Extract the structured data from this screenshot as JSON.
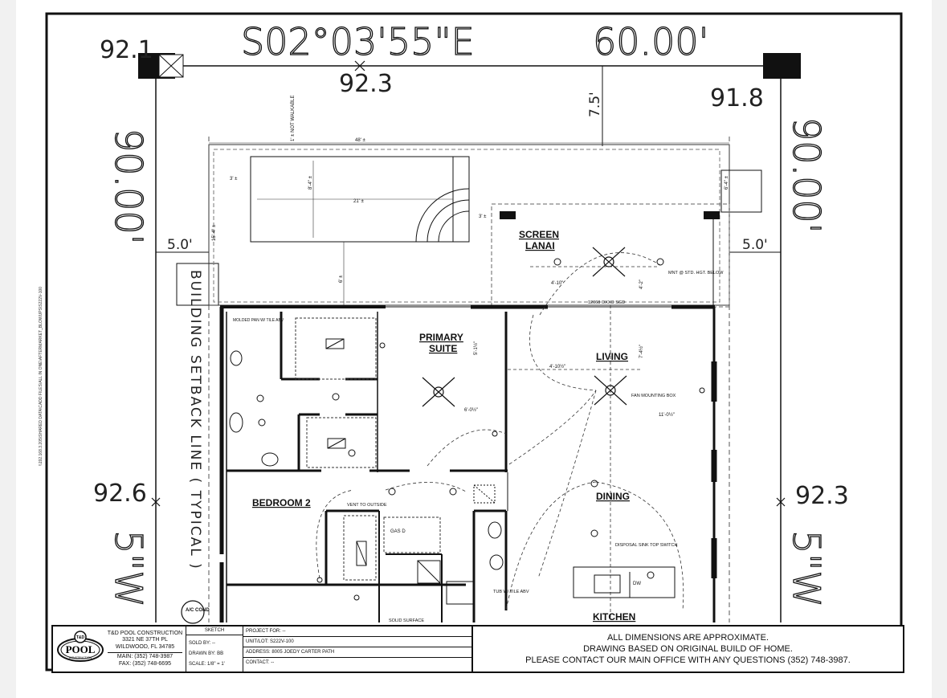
{
  "survey": {
    "bearing_top": "S02°03'55\"E",
    "distance_top": "60.00'",
    "left_distance": "90.00'",
    "right_distance": "90.00'",
    "left_bearing_partial": "5\"W",
    "right_bearing_partial": "5\"W",
    "elev_top_left": "92.1",
    "elev_top_mid": "92.3",
    "elev_top_right": "91.8",
    "elev_left": "92.6",
    "elev_right": "92.3",
    "setback_top": "7.5'",
    "setback_left": "5.0'",
    "setback_right": "5.0'",
    "setback_label": "BUILDING SETBACK LINE ( TYPICAL )"
  },
  "pool": {
    "not_walkable": "1' ± NOT WALKABLE",
    "width_overall": "48' ±",
    "pool_length": "21' ±",
    "pool_width": "8'-4\" ±",
    "edge_left": "3' ±",
    "edge_right": "3' ±",
    "deck_left": "15'-4\" ±",
    "deck_bottom": "6' ±",
    "deck_right": "6'-4\" ±"
  },
  "rooms": {
    "screen_lanai_1": "SCREEN",
    "screen_lanai_2": "LANAI",
    "primary_suite_1": "PRIMARY",
    "primary_suite_2": "SUITE",
    "living": "LIVING",
    "bedroom2": "BEDROOM 2",
    "dining": "DINING",
    "kitchen": "KITCHEN"
  },
  "notes": {
    "sliding_door": "12068 OXXO SGD",
    "mnt": "MNT @ STD. HGT. BELOW",
    "fan_box": "FAN MOUNTING BOX",
    "disposal": "DISPOSAL SINK TOP SWITCH",
    "vent": "VENT TO OUTSIDE",
    "tub": "TUB W/ TILE ABV",
    "solid_surface": "SOLID SURFACE",
    "molded_pan": "MOLDED PAN W/ TILE ABV",
    "ac": "A/C COND",
    "gas": "GAS D",
    "dim_1": "4'-10\"",
    "dim_2": "4'-2\"",
    "dim_3": "4'-10½\"",
    "dim_4": "7'-4½\"",
    "dim_5": "6'-0½\"",
    "dim_6": "5'-1½\"",
    "dim_7": "11'-0½\""
  },
  "titleblock": {
    "logo_top": "T&D",
    "logo_main": "POOL",
    "logo_sub": "CONSTRUCTION",
    "company": "T&D POOL CONSTRUCTION",
    "address1": "3321 NE 37TH PL",
    "address2": "WILDWOOD, FL 34785",
    "main_phone": "MAIN: (352) 748-3987",
    "fax": "FAX: (352) 748-6695",
    "sketch_heading": "SKETCH",
    "sold_by": "SOLD BY: --",
    "drawn_by": "DRAWN BY: BB",
    "scale": "SCALE: 1/8\" = 1'",
    "project_for": "PROJECT FOR: --",
    "unit_lot": "UNIT/LOT: S222V-100",
    "address": "ADDRESS: 8005 JOEDY CARTER PATH",
    "contact": "CONTACT: --",
    "note1": "ALL DIMENSIONS ARE APPROXIMATE.",
    "note2": "DRAWING BASED ON ORIGINAL BUILD OF HOME.",
    "note3": "PLEASE CONTACT OUR MAIN OFFICE WITH ANY QUESTIONS (352) 748-3987."
  },
  "side_path": "\\\\192.168.3.205\\SHARED DATA\\CADD FILES\\ALL IN ONE\\AFTERMARKET_BLOWUPS\\S222V-100"
}
